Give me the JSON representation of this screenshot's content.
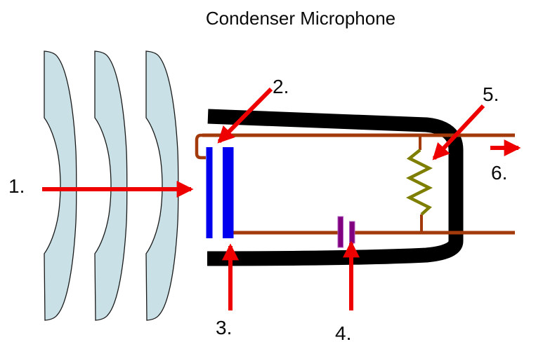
{
  "title": "Condenser Microphone",
  "labels": {
    "n1": "1.",
    "n2": "2.",
    "n3": "3.",
    "n4": "4.",
    "n5": "5.",
    "n6": "6."
  },
  "colors": {
    "background": "#ffffff",
    "wave_fill": "#c9e1e6",
    "wave_outline": "#1a1a1a",
    "mic_body": "#000000",
    "wire": "#a23a0c",
    "diaphragm": "#0000ee",
    "backplate": "#0000ee",
    "capacitor_plate": "#800080",
    "capacitor_plate_edge": "#b060c0",
    "resistor": "#7e7e00",
    "arrow": "#ee0000",
    "text": "#0a0a0a"
  }
}
